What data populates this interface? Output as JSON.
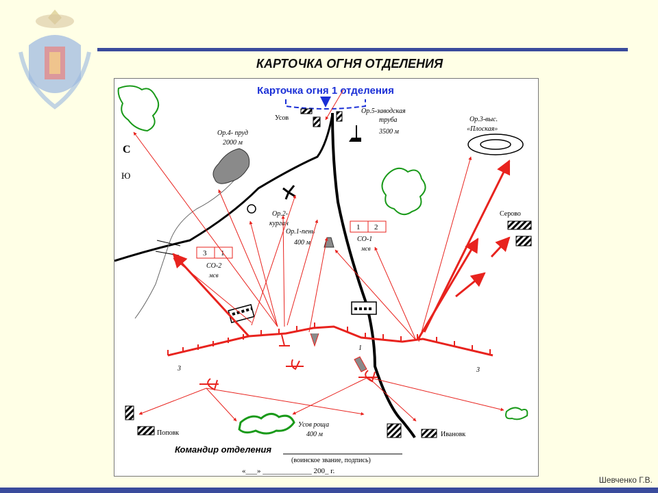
{
  "slide": {
    "title": "КАРТОЧКА ОГНЯ ОТДЕЛЕНИЯ",
    "author": "Шевченко Г.В."
  },
  "card": {
    "title": "Карточка огня 1 отделения",
    "commander_label": "Командир отделения",
    "signature_caption": "(воинское звание, подпись)",
    "date_line": "«___» _____________ 200_ г."
  },
  "landmarks": {
    "or4_name": "Ор.4- пруд",
    "or4_dist": "2000 м",
    "or5_name": "Ор.5-заводская",
    "or5_name2": "труба",
    "or5_dist": "3500 м",
    "or3_name": "Ор.3-выс.",
    "or3_name2": "«Плоская»",
    "or2_name": "Ор.2-",
    "or2_name2": "курган",
    "or1_name": "Ор.1-пень",
    "or1_dist": "400 м",
    "grove_name": "Усов роща",
    "grove_dist": "400 м"
  },
  "places": {
    "usov": "Усов",
    "serovo": "Серово",
    "popovka": "Поповк",
    "ivanovka": "Ивановк"
  },
  "units": {
    "co1_a": "1",
    "co1_b": "2",
    "co1_label": "СО-1",
    "co1_sub": "мсв",
    "co2_a": "3",
    "co2_b": "1",
    "co2_label": "СО-2",
    "co2_sub": "мсв"
  },
  "compass": {
    "north": "С",
    "south": "Ю"
  },
  "position_labels": {
    "left": "3",
    "center": "1",
    "right": "3"
  },
  "colors": {
    "fire": "#e8231e",
    "blue": "#1a2fd6",
    "green": "#1a9a1a",
    "gray": "#8a8a8a",
    "slide_bar": "#3a4b9c"
  }
}
